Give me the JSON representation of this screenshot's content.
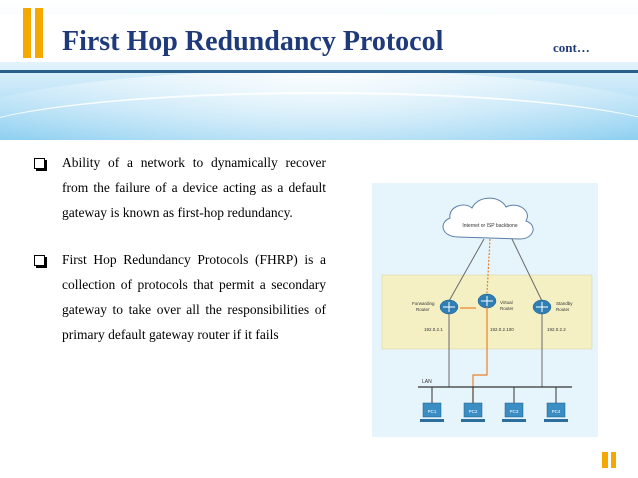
{
  "slide": {
    "title": "First Hop Redundancy Protocol",
    "cont_label": "cont…",
    "bullets": [
      "Ability of a network to dynamically recover from the failure of a device acting as a default gateway is known as first-hop redundancy.",
      "First Hop Redundancy Protocols (FHRP) is a collection of protocols that permit a secondary gateway to take over all the responsibilities of primary default gateway router if it fails"
    ]
  },
  "diagram": {
    "cloud_label": "Internet or ISP backbone",
    "routers": [
      {
        "label_line1": "Forwarding",
        "label_line2": "Router",
        "ip": "192.0.2.1"
      },
      {
        "label_line1": "Virtual",
        "label_line2": "Router",
        "ip": "192.0.2.100"
      },
      {
        "label_line1": "Standby",
        "label_line2": "Router",
        "ip": "192.0.2.2"
      }
    ],
    "lan_label": "LAN",
    "pcs": [
      "PC1",
      "PC2",
      "PC3",
      "PC4"
    ]
  },
  "colors": {
    "title": "#1f3a7a",
    "accent_gold": "#f4a800",
    "rule": "#2b5f8c",
    "path": "#e8822a"
  }
}
